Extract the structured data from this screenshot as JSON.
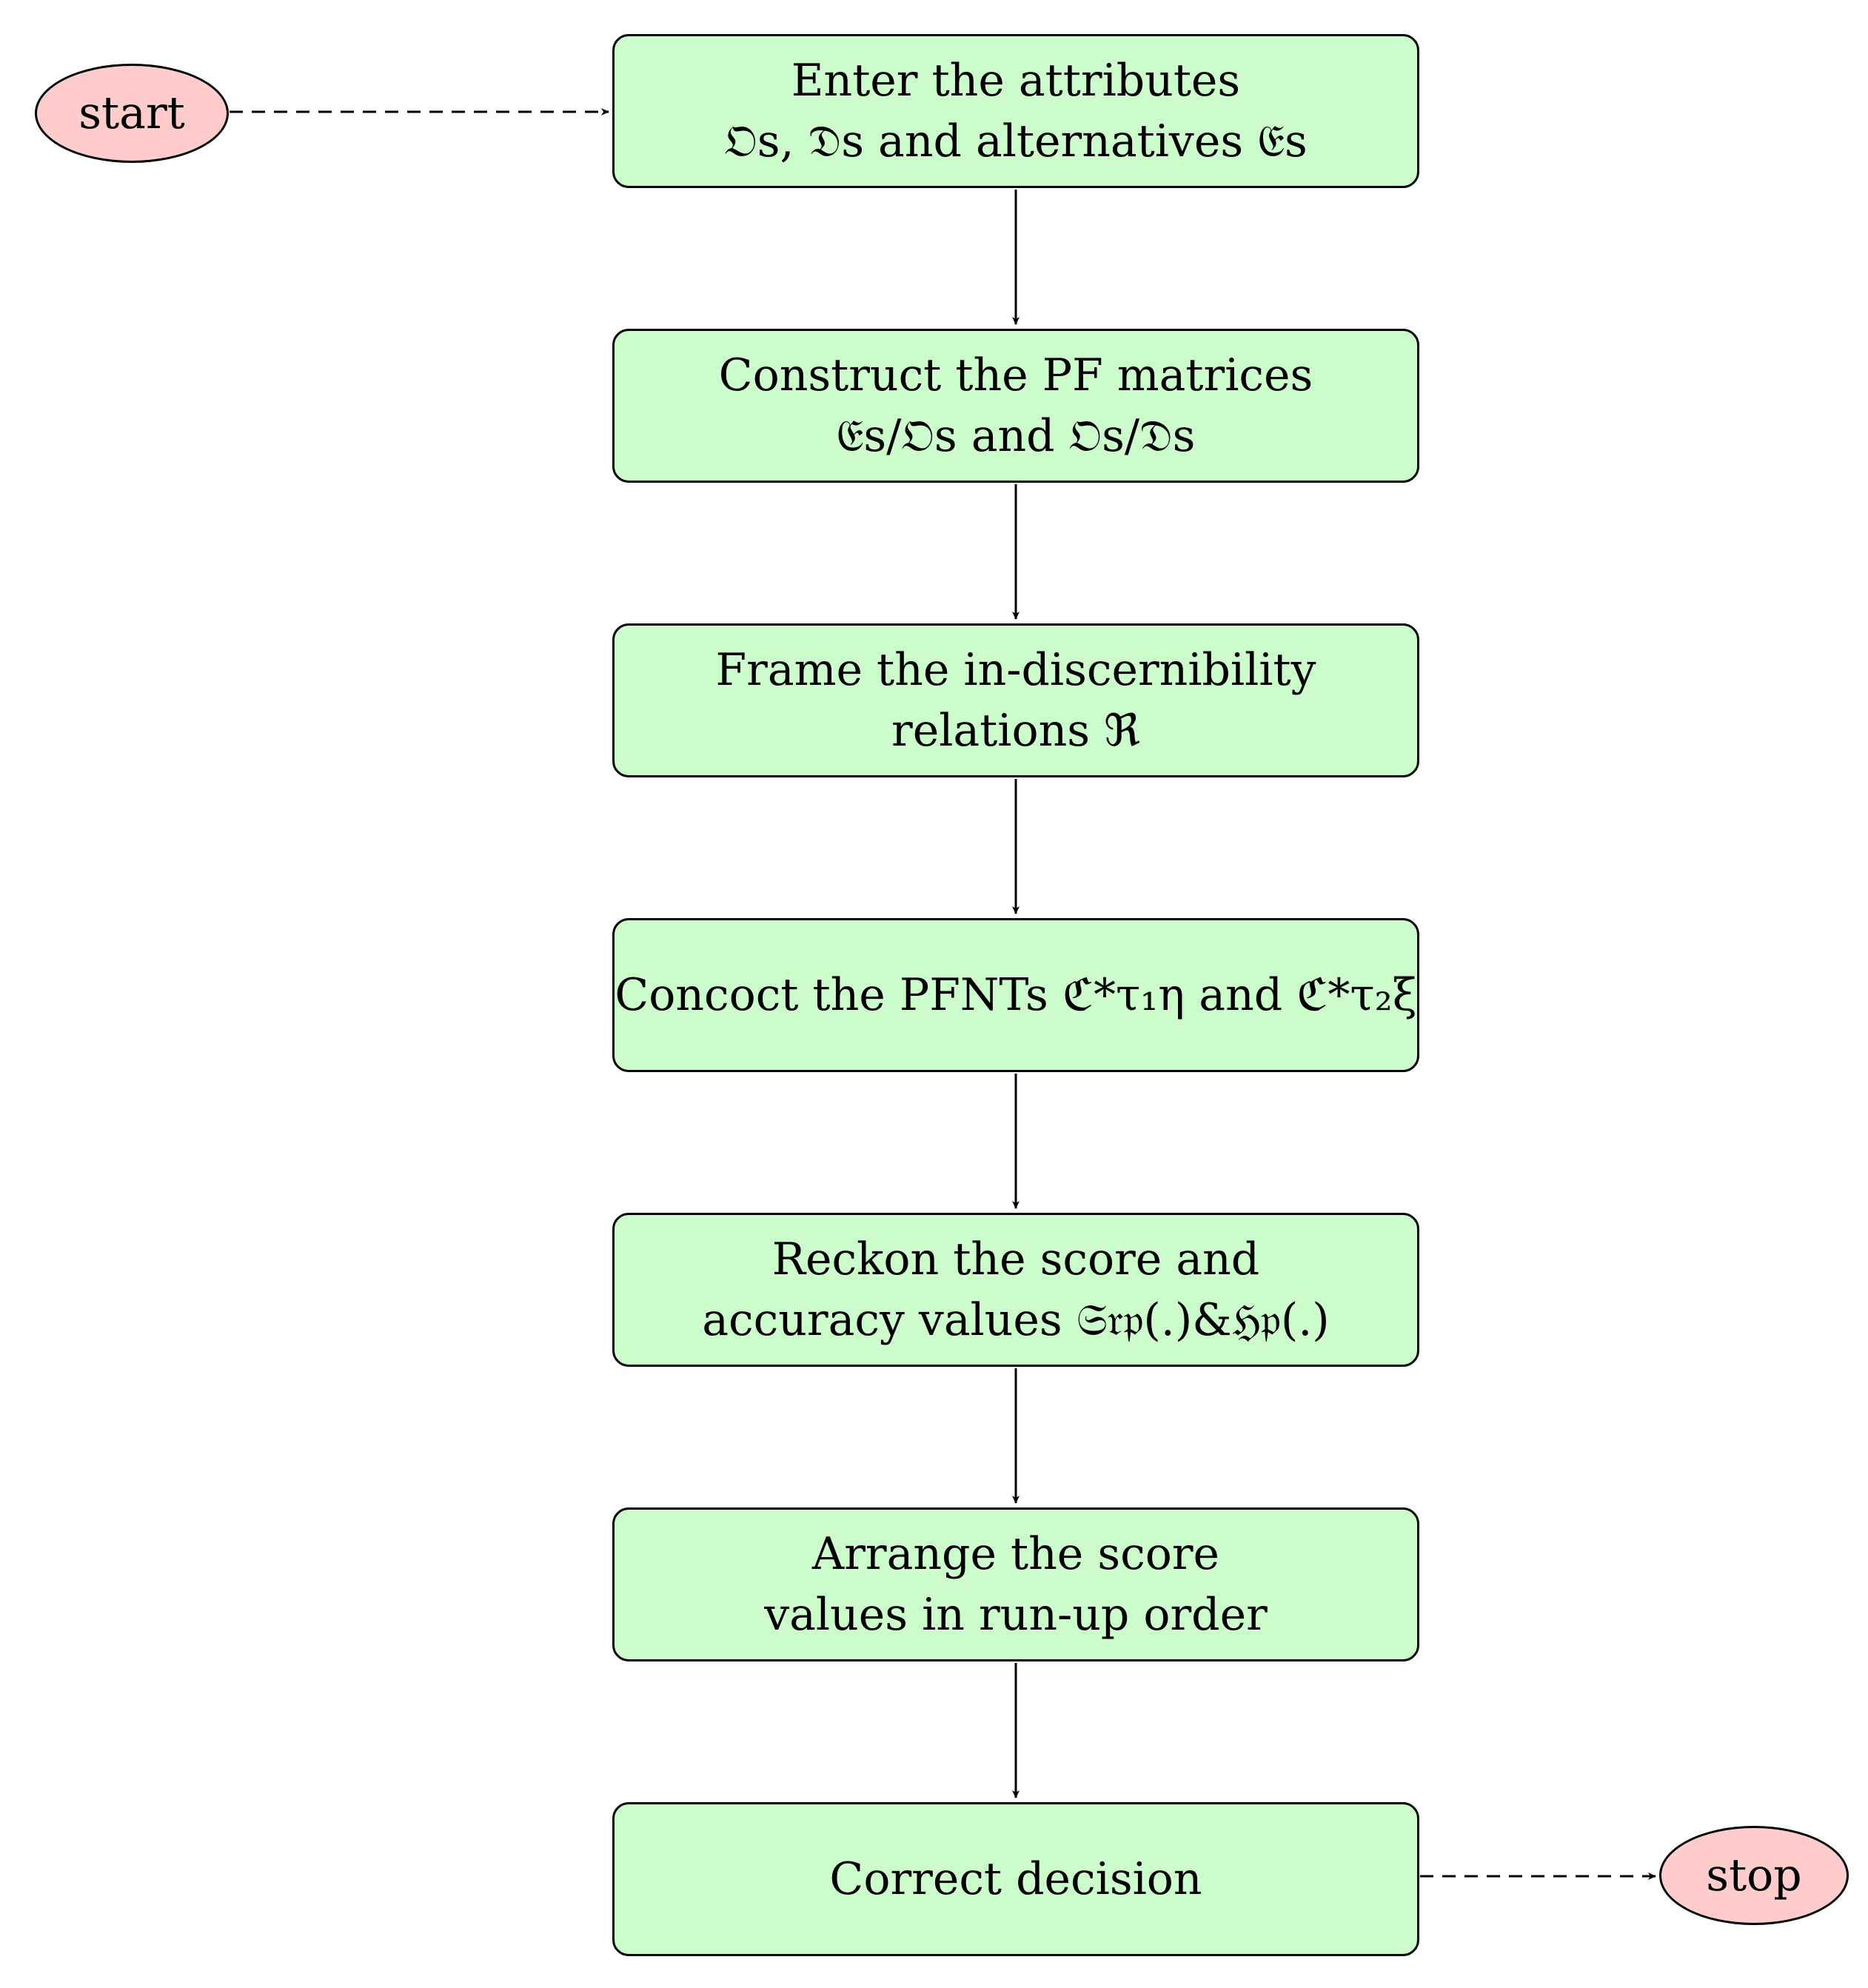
{
  "terminals": {
    "start": "start",
    "stop": "stop"
  },
  "steps": [
    {
      "line1": "Enter the attributes",
      "line2": "𝔒s, 𝔇s and alternatives 𝔈s"
    },
    {
      "line1": "Construct the PF matrices",
      "line2": "𝔈s/𝔒s and 𝔒s/𝔇s"
    },
    {
      "line1": "Frame the in-discernibility",
      "line2": "relations ℜ"
    },
    {
      "line1": "Concoct the PFNTs ℭ*τ₁η and ℭ*τ₂ξ",
      "line2": ""
    },
    {
      "line1": "Reckon the score and",
      "line2": "accuracy values 𝔖𝔯𝔭(.)&ℌ𝔭(.)"
    },
    {
      "line1": "Arrange the score",
      "line2": "values in run-up order"
    },
    {
      "line1": "Correct decision",
      "line2": ""
    }
  ],
  "colors": {
    "step_fill": "#ccfccc",
    "terminal_fill": "#ffcccc",
    "stroke": "#000000"
  }
}
